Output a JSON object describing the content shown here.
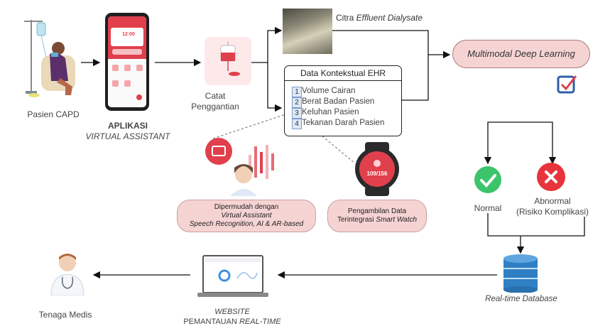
{
  "patient": {
    "label": "Pasien CAPD"
  },
  "app": {
    "title_line1": "APLIKASI",
    "title_line2": "VIRTUAL ASSISTANT",
    "time": "12:00"
  },
  "record": {
    "label_line1": "Catat",
    "label_line2": "Penggantian"
  },
  "effluent": {
    "label_prefix": "Citra ",
    "label_italic": "Effluent Dialysate"
  },
  "ehr": {
    "title": "Data Kontekstual EHR",
    "items": [
      {
        "num": "1",
        "text": "Volume Cairan"
      },
      {
        "num": "2",
        "text": "Berat Badan Pasien"
      },
      {
        "num": "3",
        "text": "Keluhan Pasien"
      },
      {
        "num": "4",
        "text": "Tekanan Darah Pasien"
      }
    ]
  },
  "model": {
    "label": "Multimodal Deep Learning"
  },
  "assistant_pill": {
    "line1": "Dipermudah dengan",
    "line2": "Virtual Assistant",
    "line3": "Speech Recognition, AI & AR-based"
  },
  "watch_pill": {
    "line1": "Pengambilan Data",
    "line2_prefix": "Terintegrasi ",
    "line2_italic": "Smart Watch"
  },
  "watch": {
    "reading": "109/156"
  },
  "result": {
    "normal": "Normal",
    "abnormal_line1": "Abnormal",
    "abnormal_line2": "(Risiko Komplikasi)"
  },
  "database": {
    "label": "Real-time Database"
  },
  "website": {
    "line1": "WEBSITE",
    "line2_prefix": "PEMANTAUAN ",
    "line2_italic": "REAL-TIME"
  },
  "medic": {
    "label": "Tenaga Medis"
  },
  "colors": {
    "accent_pink": "#f6d3d3",
    "app_red": "#e0404c",
    "ok_green": "#3cc46a",
    "err_red": "#e8333c",
    "db_blue": "#2f7fc4"
  }
}
